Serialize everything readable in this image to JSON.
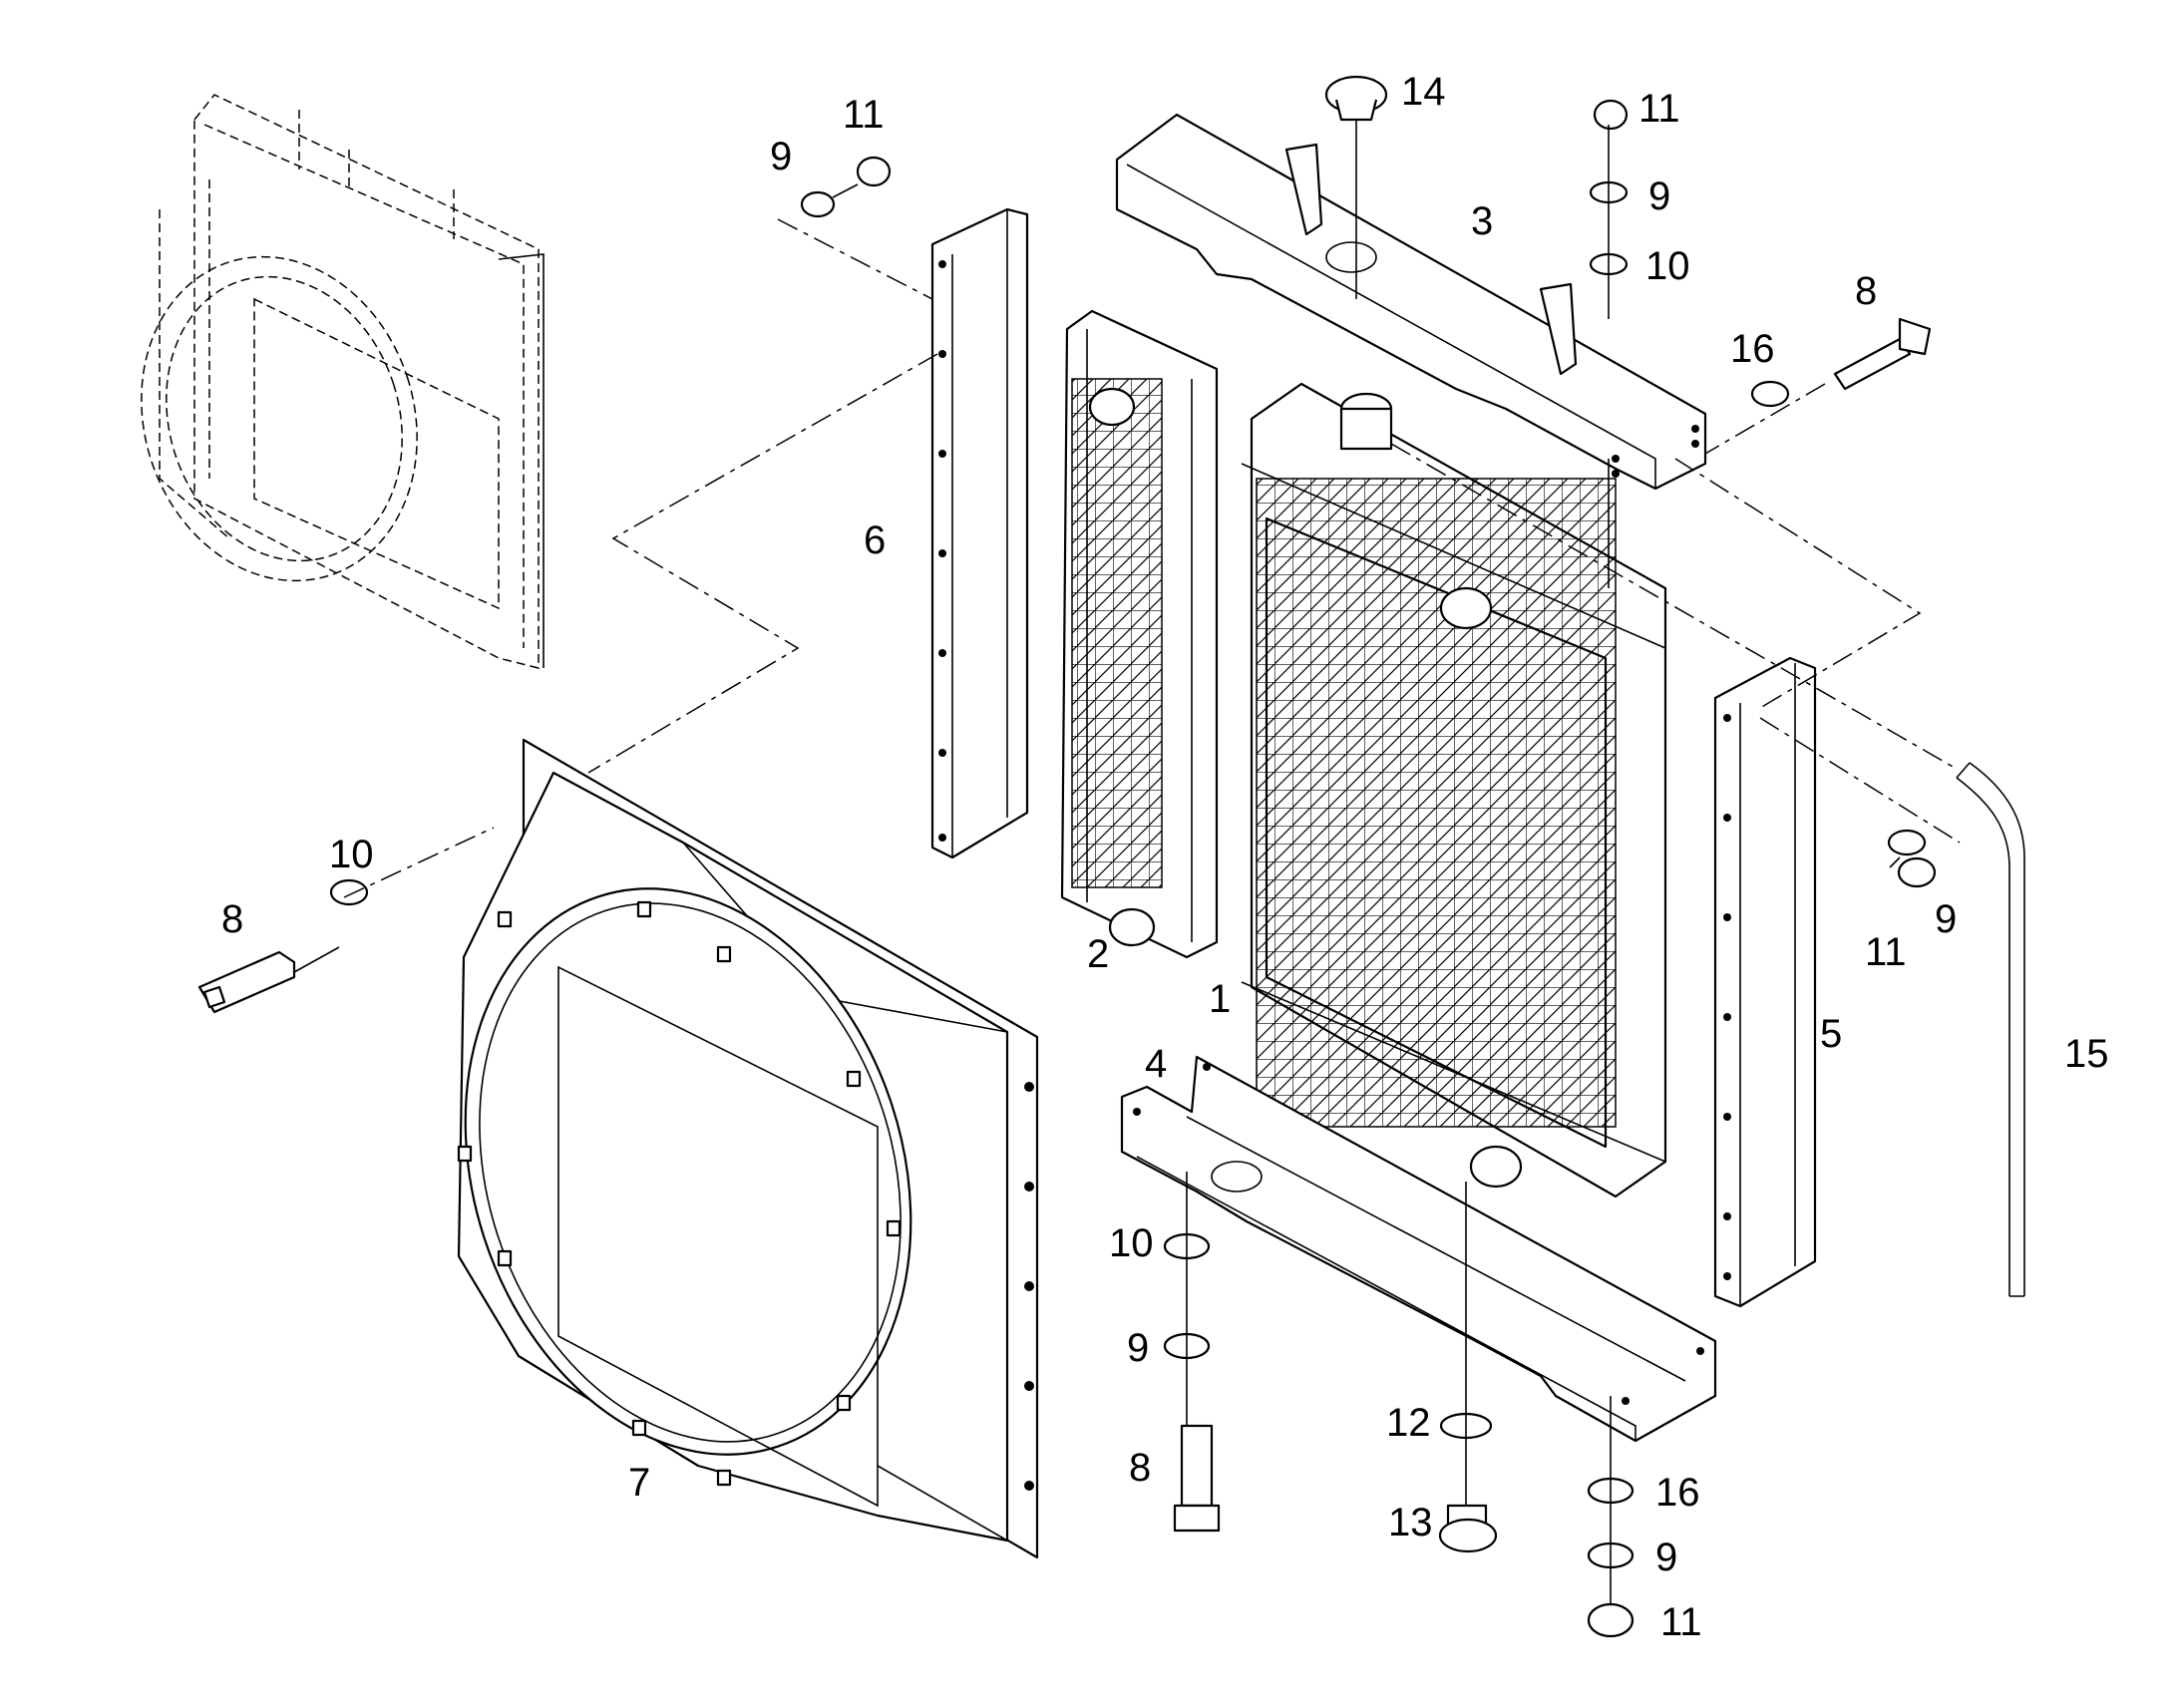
{
  "callouts": {
    "c1": "1",
    "c2": "2",
    "c3": "3",
    "c4": "4",
    "c5": "5",
    "c6": "6",
    "c7": "7",
    "c8a": "8",
    "c8b": "8",
    "c8c": "8",
    "c9a": "9",
    "c9b": "9",
    "c9c": "9",
    "c9d": "9",
    "c9e": "9",
    "c10a": "10",
    "c10b": "10",
    "c10c": "10",
    "c11a": "11",
    "c11b": "11",
    "c11c": "11",
    "c11d": "11",
    "c12": "12",
    "c13": "13",
    "c14": "14",
    "c15": "15",
    "c16a": "16",
    "c16b": "16"
  },
  "style": {
    "line_color": "#000000",
    "background": "#ffffff"
  }
}
